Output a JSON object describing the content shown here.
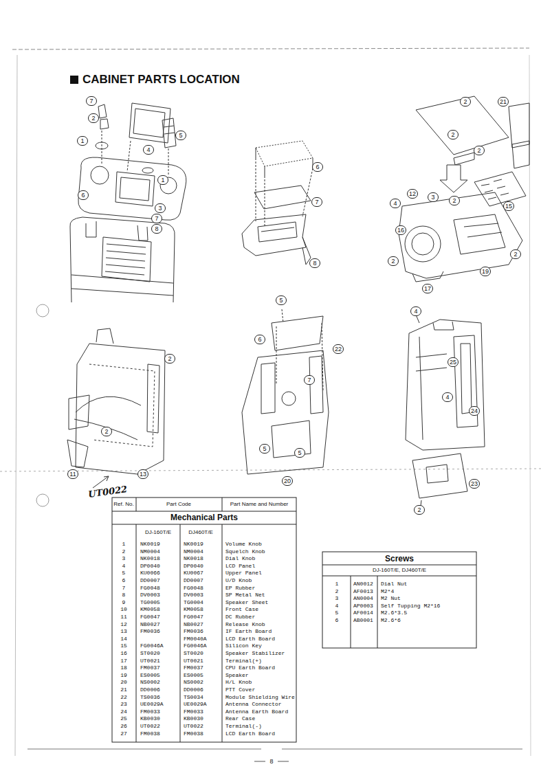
{
  "diagram": {
    "title": "CABINET PARTS LOCATION",
    "labels": [
      "7",
      "2",
      "1",
      "4",
      "5",
      "1",
      "6",
      "3",
      "7",
      "8",
      "6",
      "7",
      "8",
      "2",
      "21",
      "2",
      "2",
      "15",
      "4",
      "12",
      "3",
      "2",
      "19",
      "16",
      "2",
      "2",
      "17",
      "2",
      "2",
      "11",
      "13",
      "5",
      "6",
      "22",
      "7",
      "5",
      "5",
      "20",
      "4",
      "25",
      "4",
      "24",
      "23",
      "2",
      "UT0022",
      "Ref. No.",
      "Part Code",
      "Part Name and Number",
      "Mechanical Parts",
      "DJ-160T/E",
      "DJ460T/E",
      "1",
      "NK0019",
      "NK0019",
      "Volume Knob",
      "2",
      "NM0004",
      "NM0004",
      "Squelch Knob",
      "3",
      "NK0018",
      "NK0018",
      "Dial Knob",
      "4",
      "DP0040",
      "DP0040",
      "LCD Panel",
      "5",
      "KU0066",
      "KU0067",
      "Upper Panel",
      "6",
      "DD0007",
      "DD0007",
      "U/D Knob",
      "7",
      "FG0048",
      "FG0048",
      "EP Rubber",
      "8",
      "DV0003",
      "DV0003",
      "SP Metal Net",
      "9",
      "TG0005",
      "TG0004",
      "Speaker Sheet",
      "10",
      "KM0058",
      "KM0058",
      "Front Case",
      "11",
      "FG0047",
      "FG0047",
      "DC Rubber",
      "12",
      "NB0027",
      "NB0027",
      "Release Knob",
      "13",
      "FM0036",
      "FM0036",
      "IF Earth Board",
      "14",
      "FM0040A",
      "LCD Earth Board",
      "15",
      "FG0046A",
      "FG0046A",
      "Silicon Key",
      "16",
      "ST0020",
      "ST0020",
      "Speaker Stabilizer",
      "17",
      "UT0021",
      "UT0021",
      "Terminal(+)",
      "18",
      "FM0037",
      "FM0037",
      "CPU Earth Board",
      "19",
      "ES0005",
      "ES0005",
      "Speaker",
      "20",
      "NS0002",
      "NS0002",
      "H/L Knob",
      "21",
      "DD0006",
      "DD0006",
      "PTT Cover",
      "22",
      "TS0036",
      "TS0034",
      "Module Shielding Wire",
      "23",
      "UE0029A",
      "UE0029A",
      "Antenna Connector",
      "24",
      "FM0033",
      "FM0033",
      "Antenna Earth Board",
      "25",
      "KB0030",
      "KB0030",
      "Rear Case",
      "26",
      "UT0022",
      "UT0022",
      "Terminal(-)",
      "27",
      "FM0038",
      "FM0038",
      "LCD Earth Board",
      "Screws",
      "DJ-160T/E, DJ460T/E",
      "1",
      "AN0012",
      "Dial Nut",
      "2",
      "AF0013",
      "M2*4",
      "3",
      "AN0004",
      "M2 Nut",
      "4",
      "AP0003",
      "Self Tupping M2*16",
      "5",
      "AF0014",
      "M2.6*3.5",
      "6",
      "AB0001",
      "M2.6*6",
      "8"
    ]
  }
}
